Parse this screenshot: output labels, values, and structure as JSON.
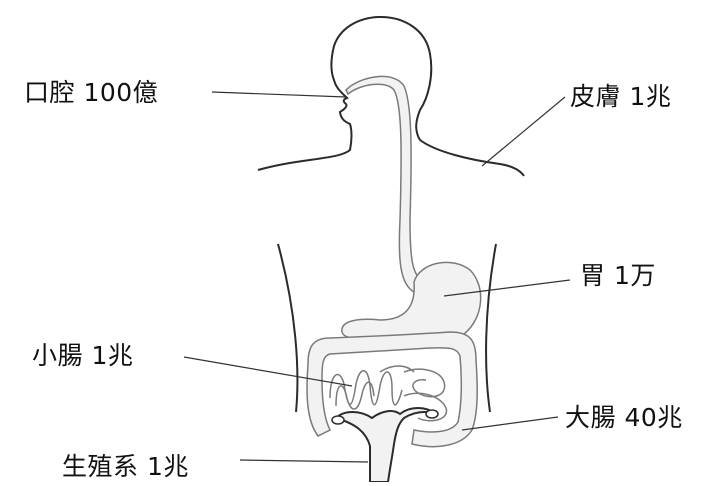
{
  "labels": {
    "mouth": "口腔 100億",
    "skin": "皮膚 1兆",
    "stomach": "胃 1万",
    "small_intestine": "小腸 1兆",
    "large_intestine": "大腸 40兆",
    "reproductive": "生殖系 1兆"
  },
  "colors": {
    "outline": "#2b2b2b",
    "organ_fill": "#f2f2f2",
    "organ_stroke": "#7a7a7a",
    "leader": "#333333",
    "background": "#ffffff"
  }
}
